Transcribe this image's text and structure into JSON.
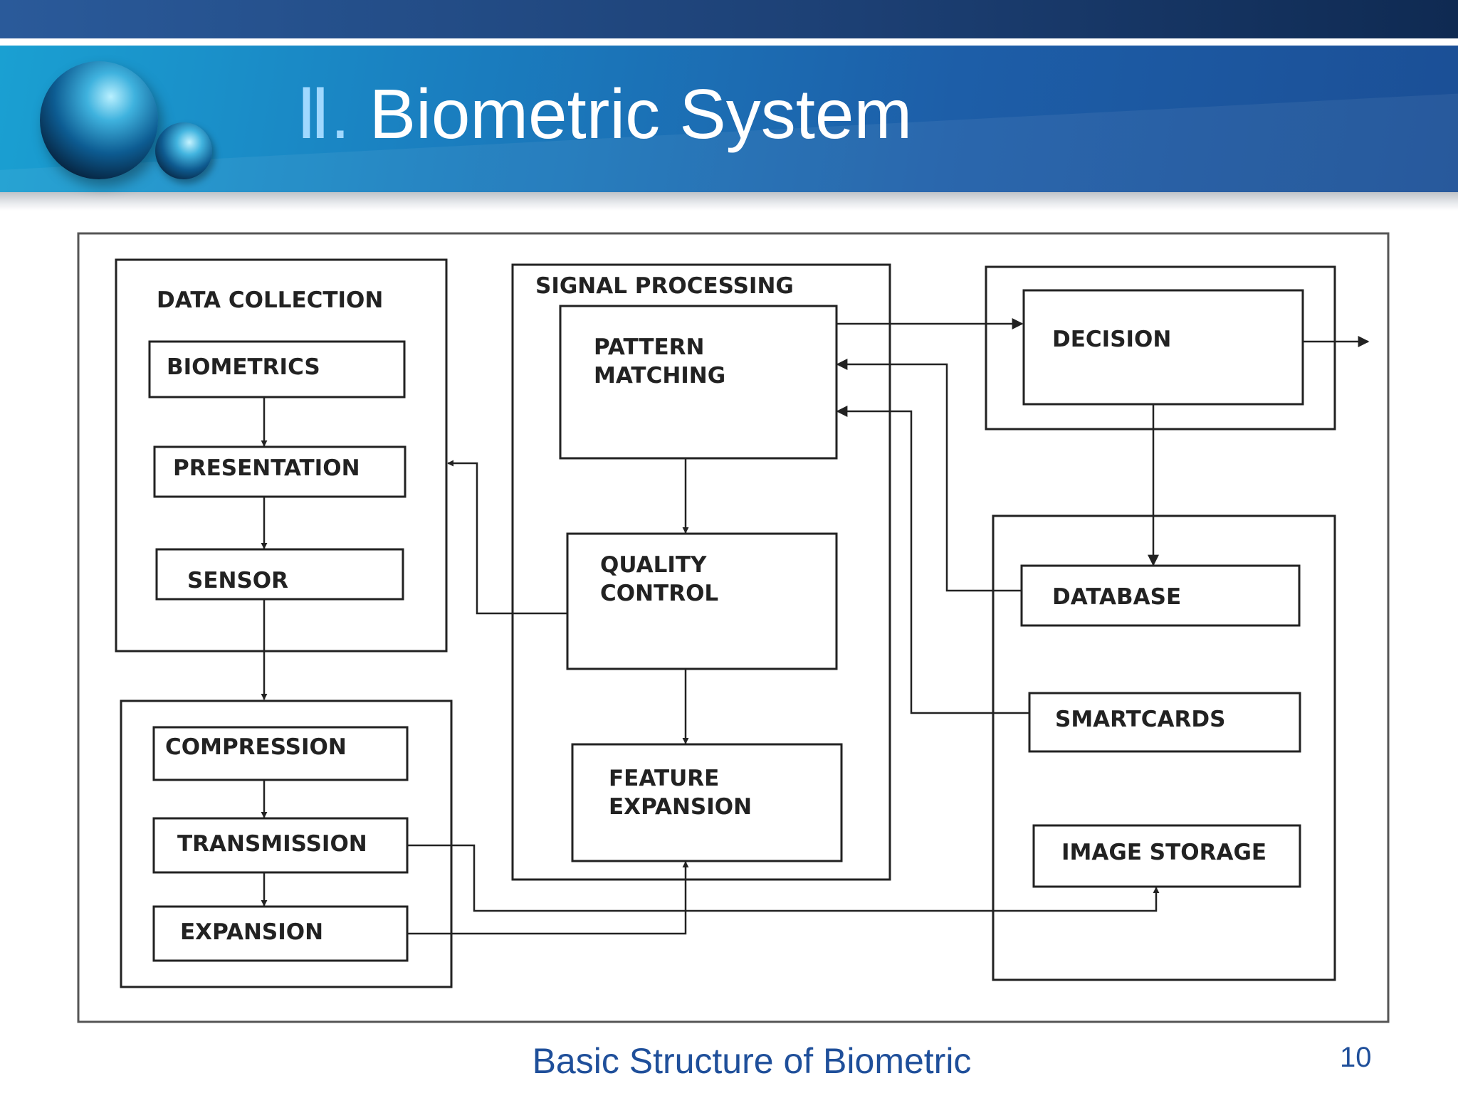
{
  "slide": {
    "title_numeral": "Ⅱ.",
    "title_text": "Biometric System",
    "caption": "Basic Structure of Biometric",
    "page_number": "10"
  },
  "diagram": {
    "data_collection": {
      "title": "DATA COLLECTION",
      "biometrics": "BIOMETRICS",
      "presentation": "PRESENTATION",
      "sensor": "SENSOR"
    },
    "transmission_group": {
      "compression": "COMPRESSION",
      "transmission": "TRANSMISSION",
      "expansion": "EXPANSION"
    },
    "signal_processing": {
      "title": "SIGNAL PROCESSING",
      "pattern_matching": [
        "PATTERN",
        "MATCHING"
      ],
      "quality_control": [
        "QUALITY",
        "CONTROL"
      ],
      "feature_expansion": [
        "FEATURE",
        "EXPANSION"
      ]
    },
    "decision": {
      "label": "DECISION"
    },
    "storage": {
      "database": "DATABASE",
      "smartcards": "SMARTCARDS",
      "image_storage": "IMAGE STORAGE"
    }
  },
  "colors": {
    "title_band": "#1a7fc0",
    "top_strip": "#1c3f73",
    "caption_text": "#1f4f9a",
    "diagram_stroke": "#222222"
  }
}
